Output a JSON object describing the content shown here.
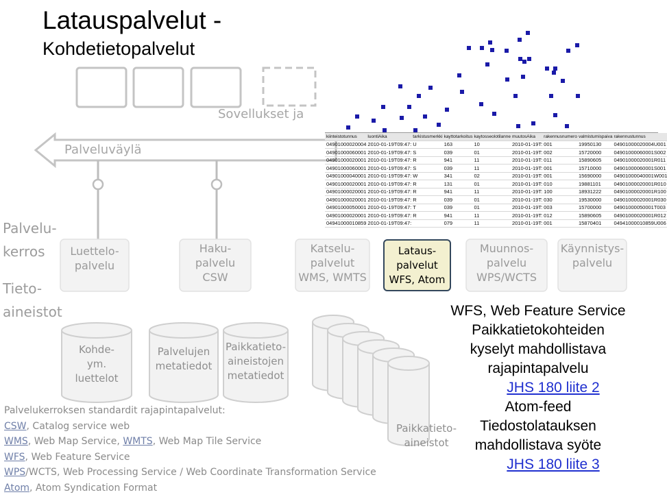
{
  "title": {
    "line1": "Latauspalvelut -",
    "line2": "Kohdetietopalvelut"
  },
  "apps_label": "Sovellukset  ja",
  "bus_label": "Palveluväylä",
  "layers": {
    "service_line1": "Palvelu-",
    "service_line2": "kerros",
    "data_line1": "Tieto-",
    "data_line2": "aineistot"
  },
  "services": [
    {
      "line1": "Luettelo-",
      "line2": "palvelu",
      "line3": ""
    },
    {
      "line1": "Haku-",
      "line2": "palvelu",
      "line3": "CSW"
    },
    {
      "line1": "Katselu-",
      "line2": "palvelut",
      "line3": "WMS, WMTS"
    },
    {
      "line1": "Lataus-",
      "line2": "palvelut",
      "line3": "WFS, Atom"
    },
    {
      "line1": "Muunnos-",
      "line2": "palvelu",
      "line3": "WPS/WCTS"
    },
    {
      "line1": "Käynnistys-",
      "line2": "palvelu",
      "line3": ""
    }
  ],
  "datastores": [
    {
      "line1": "Kohde-",
      "line2": "ym.",
      "line3": "luettelot"
    },
    {
      "line1": "Palvelujen",
      "line2": "metatiedot",
      "line3": ""
    },
    {
      "line1": "Paikkatieto-",
      "line2": "aineistojen",
      "line3": "metatiedot"
    },
    {
      "line1": "Paikkatieto-",
      "line2": "aineistot",
      "line3": ""
    }
  ],
  "notes": {
    "heading": "Palvelukerroksen standardit rajapintapalvelut:",
    "l1_link": "CSW",
    "l1_text": ", Catalog service web",
    "l2_link1": "WMS",
    "l2_text1": ", Web Map Service, ",
    "l2_link2": "WMTS",
    "l2_text2": ", Web Map Tile Service",
    "l3_link": "WFS",
    "l3_text": ", Web Feature Service",
    "l4_link": "WPS",
    "l4_text": "/WCTS, Web Processing Service / Web Coordinate Transformation Service",
    "l5_link": "Atom",
    "l5_text": ", Atom Syndication Format"
  },
  "right": {
    "l1": "WFS, Web Feature Service",
    "l2": "Paikkatietokohteiden",
    "l3": "kyselyt mahdollistava",
    "l4": "rajapintapalvelu",
    "l5": "JHS 180  liite 2",
    "l6": "Atom-feed",
    "l7": "Tiedostolatauksen",
    "l8": "mahdollistava syöte",
    "l9": "JHS 180  liite 3"
  },
  "table": {
    "headers": [
      "kiinteistotunnus",
      "luontiAika",
      "tarkistusmerkki",
      "kayttotarkoitus",
      "kaytosseolotilanne",
      "muutosAika",
      "rakennusnumero",
      "valmistumispaiva",
      "rakennustunnus"
    ],
    "rows": [
      [
        "04901000020004",
        "2010-01-19T09:47:",
        "U",
        "163",
        "10",
        "2010-01-19T:",
        "001",
        "19950130",
        "04901000020004U001"
      ],
      [
        "04901000060001",
        "2010-01-19T09:47:",
        "S",
        "039",
        "01",
        "2010-01-19T:",
        "002",
        "15720000",
        "04901000060001S002"
      ],
      [
        "04901000020001",
        "2010-01-19T09:47:",
        "R",
        "941",
        "11",
        "2010-01-19T:",
        "011",
        "15890605",
        "04901000020001R011"
      ],
      [
        "04901000060001",
        "2010-01-19T09:47:",
        "S",
        "039",
        "11",
        "2010-01-19T:",
        "001",
        "15710000",
        "04901000060001S001"
      ],
      [
        "04901000040001",
        "2010-01-19T09:47:",
        "W",
        "341",
        "02",
        "2010-01-19T:",
        "001",
        "15690000",
        "04901000040001W001"
      ],
      [
        "04901000020001",
        "2010-01-19T09:47:",
        "R",
        "131",
        "01",
        "2010-01-19T:",
        "010",
        "19881101",
        "04901000020001R010"
      ],
      [
        "04901000020001",
        "2010-01-19T09:47:",
        "R",
        "941",
        "11",
        "2010-01-19T:",
        "100",
        "18931222",
        "04901000020001R100"
      ],
      [
        "04901000020001",
        "2010-01-19T09:47:",
        "R",
        "039",
        "01",
        "2010-01-19T:",
        "030",
        "19530000",
        "04901000020001R030"
      ],
      [
        "04901000050001",
        "2010-01-19T09:47:",
        "T",
        "039",
        "01",
        "2010-01-19T:",
        "003",
        "15700000",
        "04901000050001T003"
      ],
      [
        "04901000020001",
        "2010-01-19T09:47:",
        "R",
        "941",
        "11",
        "2010-01-19T:",
        "012",
        "15890605",
        "04901000020001R012"
      ],
      [
        "04941000010859",
        "2010-01-19T09:47:",
        "",
        "079",
        "11",
        "2010-01-19T:",
        "001",
        "15870401",
        "04941000010859U006"
      ]
    ]
  },
  "colors": {
    "faded_text": "#a6a6a6",
    "active_fill": "#f3f0d0",
    "active_border": "#33475c",
    "point_color": "#1a1aa8",
    "link_color": "#1f2fcf"
  }
}
